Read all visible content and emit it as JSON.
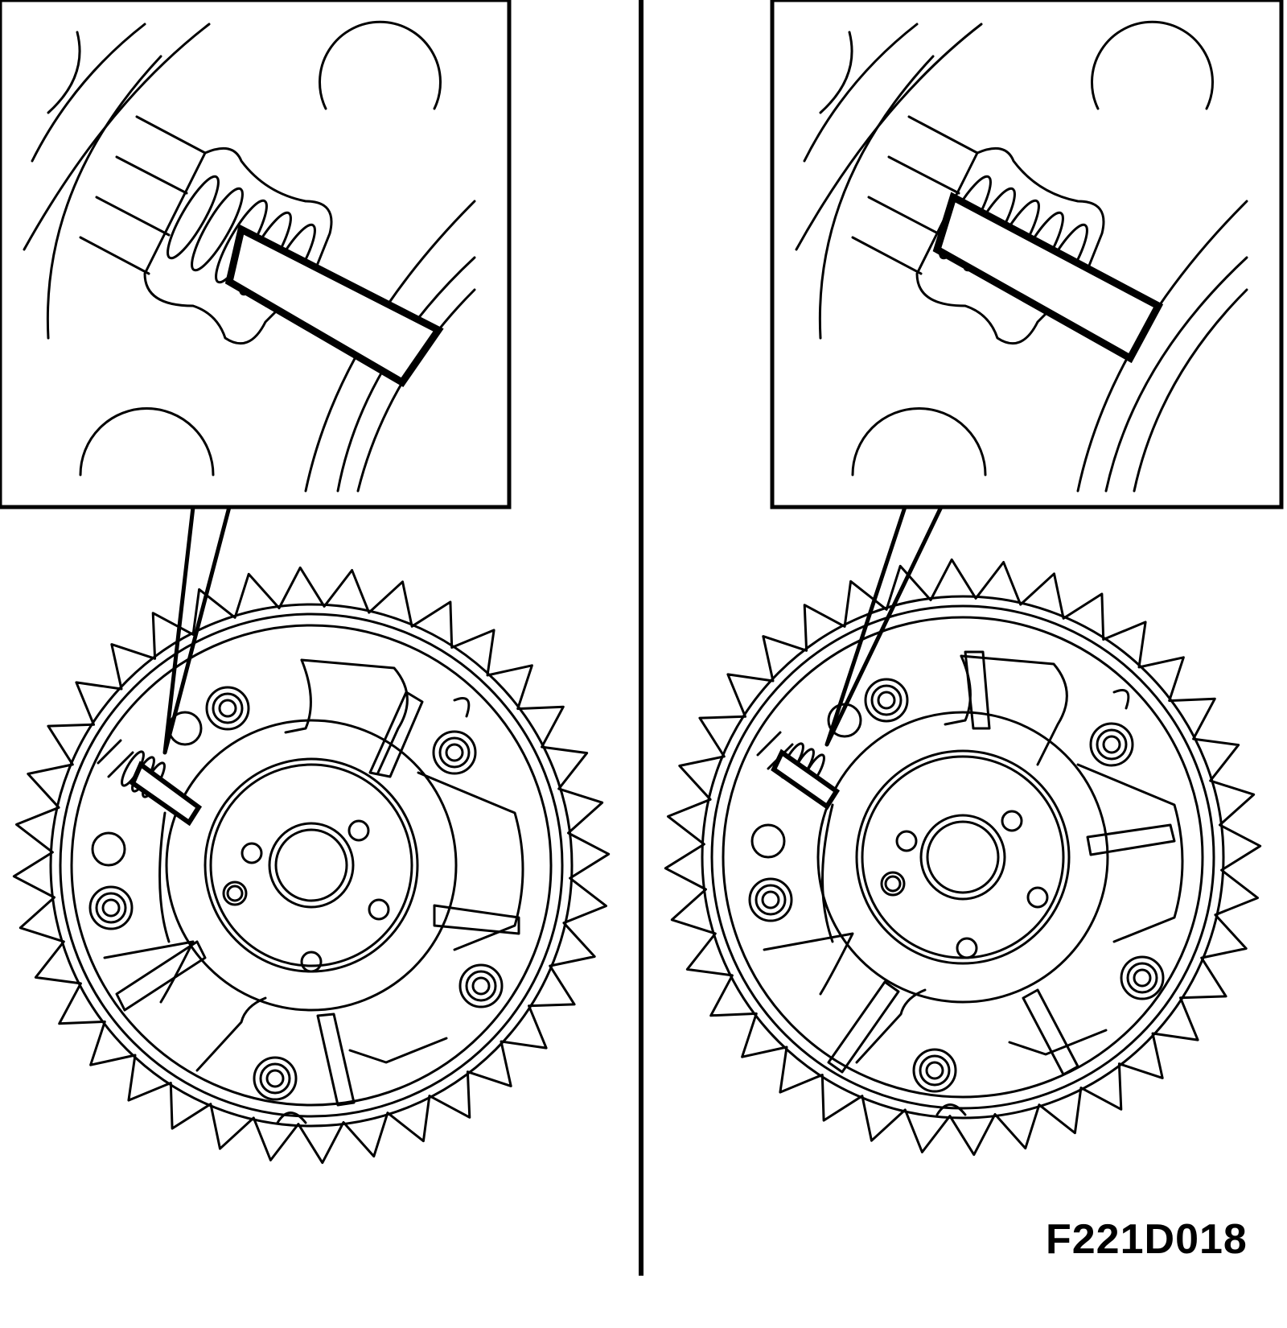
{
  "figure_code": "F221D018",
  "panels": [
    {
      "name": "left",
      "pin_state": "pin-extended"
    },
    {
      "name": "right",
      "pin_state": "pin-retracted"
    }
  ],
  "colors": {
    "line": "#000000",
    "background": "#ffffff"
  }
}
